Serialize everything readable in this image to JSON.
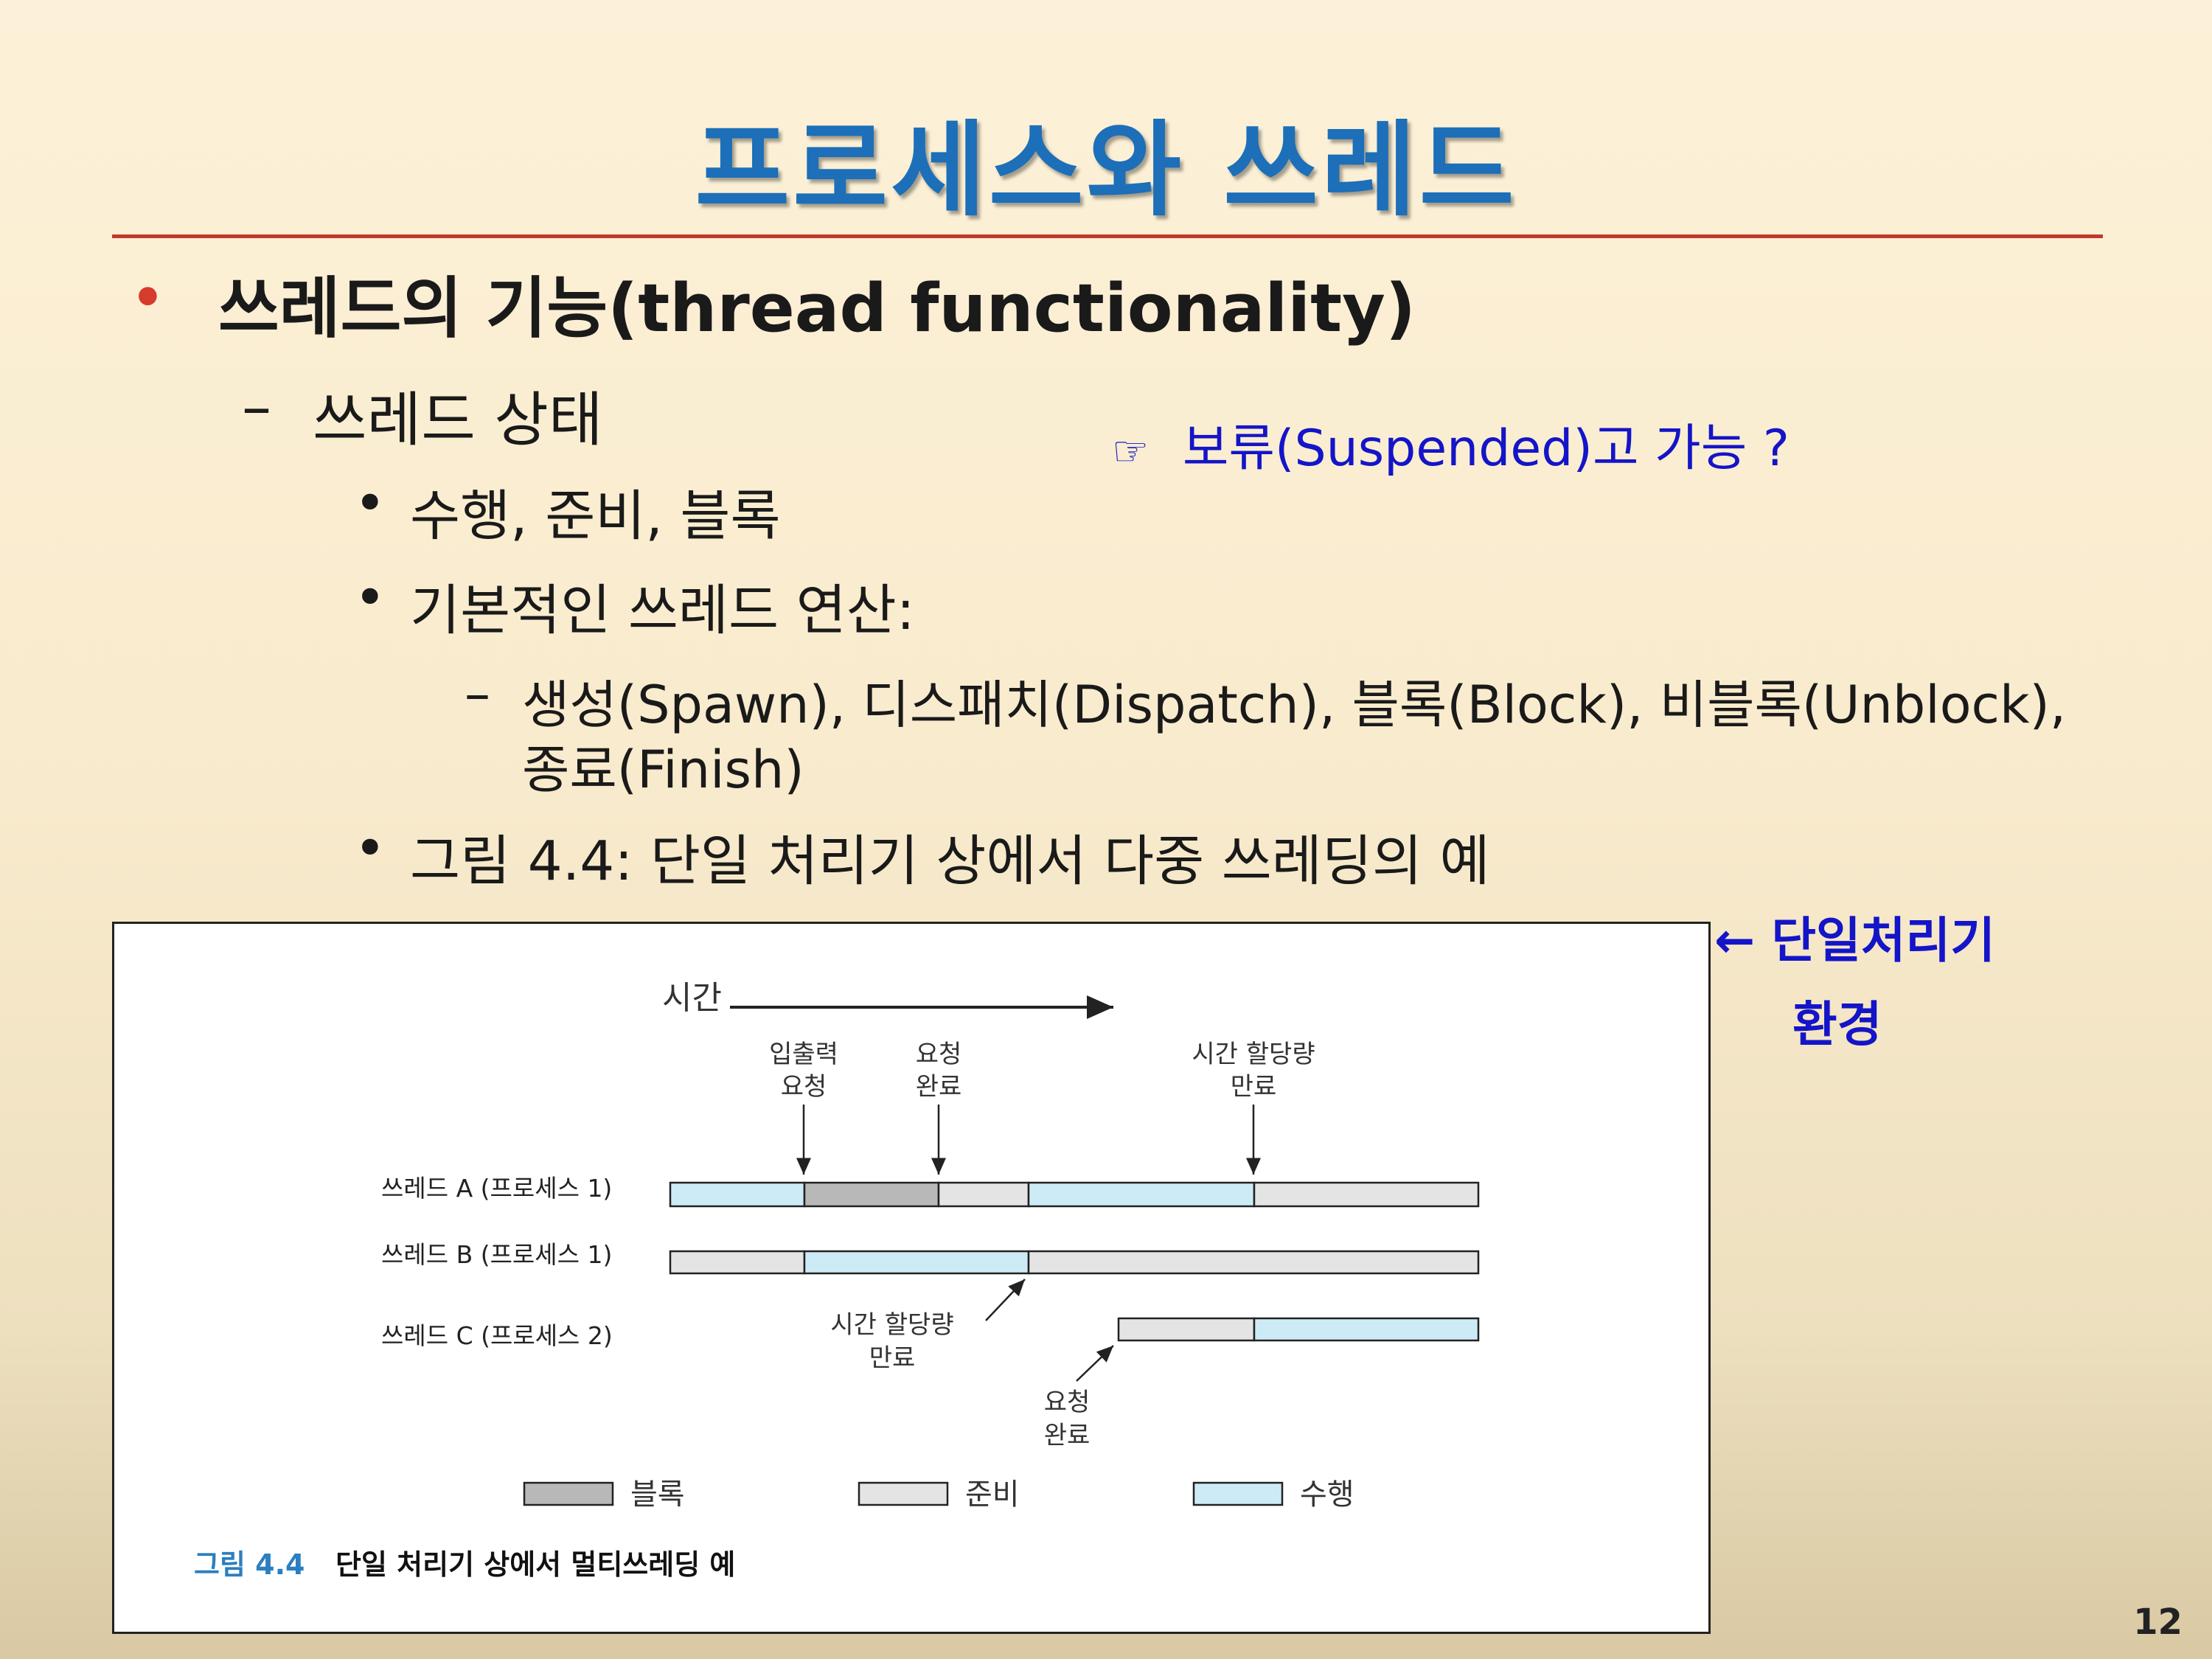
{
  "slide": {
    "title": "프로세스와 쓰레드",
    "page_number": "12",
    "bullet1": {
      "text": "쓰레드의 기능(thread functionality)",
      "marker": "•"
    },
    "sub1": {
      "marker": "–",
      "text": "쓰레드 상태"
    },
    "item1": {
      "marker": "•",
      "text": "수행, 준비, 블록"
    },
    "item2": {
      "marker": "•",
      "text": "기본적인 쓰레드 연산:"
    },
    "ops": {
      "marker": "–",
      "line1": "생성(Spawn), 디스패치(Dispatch), 블록(Block), 비블록(Unblock),",
      "line2": "종료(Finish)"
    },
    "item3": {
      "marker": "•",
      "text": "그림 4.4: 단일 처리기 상에서 다중 쓰레딩의 예"
    },
    "note": {
      "icon": "pointing-hand-icon",
      "glyph": "☞",
      "text": "보류(Suspended)고 가능 ?"
    },
    "side_label": {
      "arrow": "←",
      "line1": "단일처리기",
      "line2": "환경"
    },
    "colors": {
      "title": "#1c6fb8",
      "rule": "#c0392b",
      "note": "#1414c8"
    }
  },
  "figure": {
    "time_label": "시간",
    "events": {
      "io_request": [
        "입출력",
        "요청"
      ],
      "request_done_top": [
        "요청",
        "완료"
      ],
      "quantum_expire_top": [
        "시간 할당량",
        "만료"
      ],
      "quantum_expire_mid": [
        "시간 할당량",
        "만료"
      ],
      "request_done_bottom": [
        "요청",
        "완료"
      ]
    },
    "threads": [
      {
        "label": "쓰레드 A (프로세스 1)",
        "segments": [
          "수행",
          "블록",
          "준비",
          "수행",
          "준비"
        ]
      },
      {
        "label": "쓰레드 B (프로세스 1)",
        "segments": [
          "준비",
          "수행",
          "준비"
        ]
      },
      {
        "label": "쓰레드 C (프로세스 2)",
        "segments": [
          "준비",
          "수행"
        ]
      }
    ],
    "legend": [
      {
        "state": "블록",
        "color": "#b8b8b8"
      },
      {
        "state": "준비",
        "color": "#e4e4e4"
      },
      {
        "state": "수행",
        "color": "#cdebf7"
      }
    ],
    "caption_number": "그림 4.4",
    "caption_text": "단일 처리기 상에서 멀티쓰레딩 예"
  }
}
